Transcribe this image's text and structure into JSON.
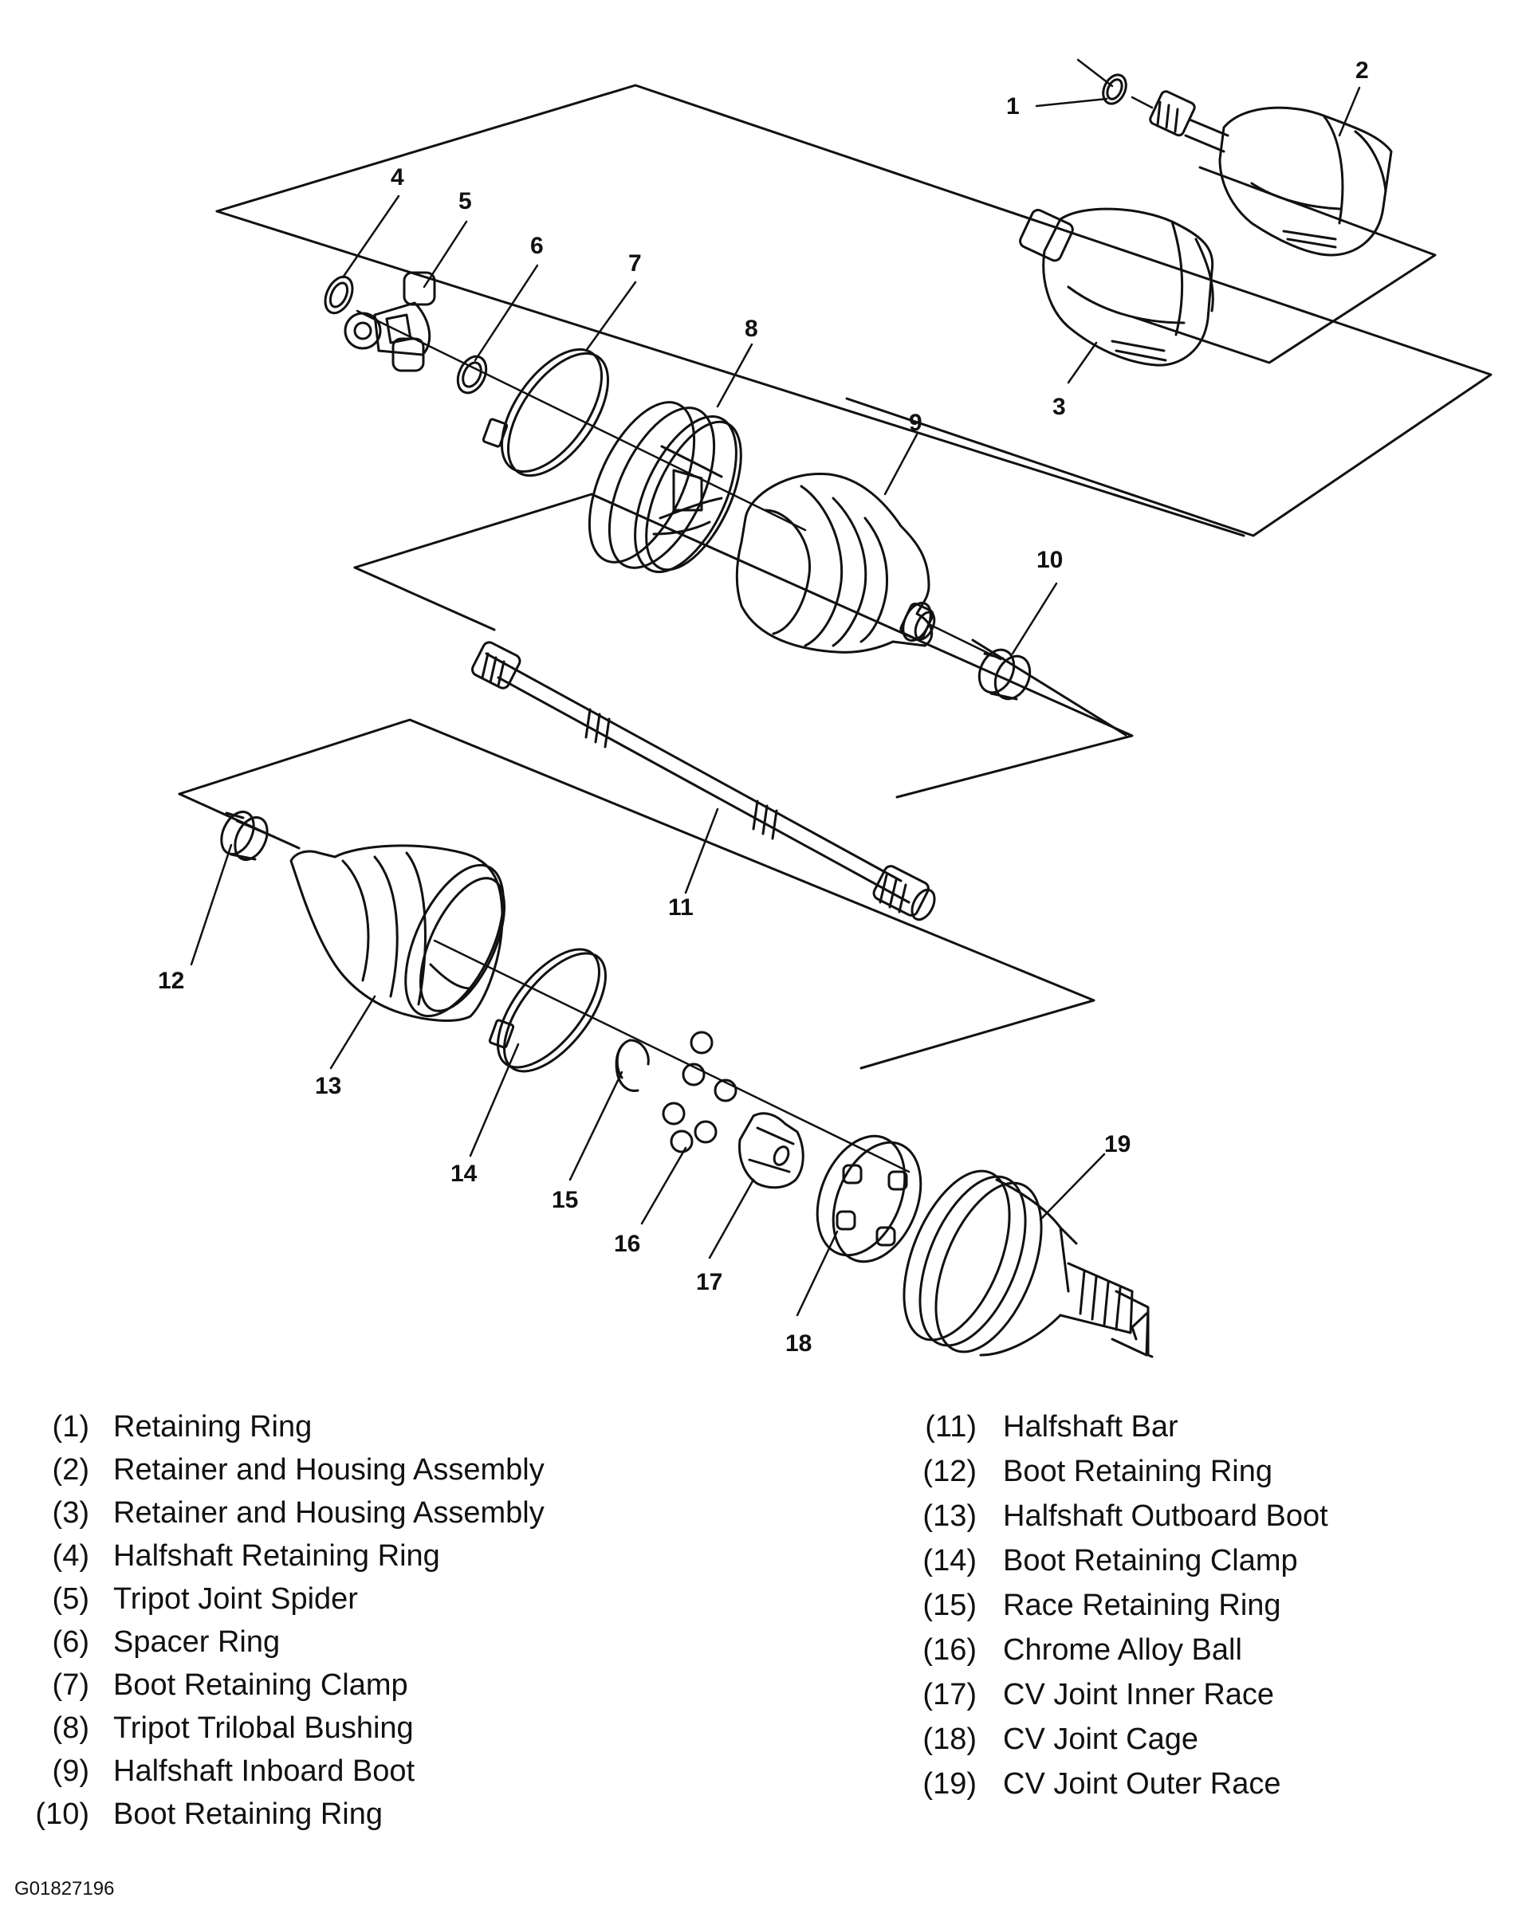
{
  "callouts": [
    "1",
    "2",
    "3",
    "4",
    "5",
    "6",
    "7",
    "8",
    "9",
    "10",
    "11",
    "12",
    "13",
    "14",
    "15",
    "16",
    "17",
    "18",
    "19"
  ],
  "legend": [
    {
      "num": "(1)",
      "label": "Retaining Ring"
    },
    {
      "num": "(2)",
      "label": "Retainer and Housing Assembly"
    },
    {
      "num": "(3)",
      "label": "Retainer and Housing Assembly"
    },
    {
      "num": "(4)",
      "label": "Halfshaft Retaining Ring"
    },
    {
      "num": "(5)",
      "label": "Tripot Joint Spider"
    },
    {
      "num": "(6)",
      "label": "Spacer Ring"
    },
    {
      "num": "(7)",
      "label": "Boot Retaining Clamp"
    },
    {
      "num": "(8)",
      "label": "Tripot Trilobal Bushing"
    },
    {
      "num": "(9)",
      "label": "Halfshaft Inboard Boot"
    },
    {
      "num": "(10)",
      "label": "Boot Retaining Ring"
    },
    {
      "num": "(11)",
      "label": "Halfshaft Bar"
    },
    {
      "num": "(12)",
      "label": "Boot Retaining Ring"
    },
    {
      "num": "(13)",
      "label": "Halfshaft Outboard Boot"
    },
    {
      "num": "(14)",
      "label": "Boot Retaining Clamp"
    },
    {
      "num": "(15)",
      "label": "Race Retaining Ring"
    },
    {
      "num": "(16)",
      "label": "Chrome Alloy Ball"
    },
    {
      "num": "(17)",
      "label": "CV Joint Inner Race"
    },
    {
      "num": "(18)",
      "label": "CV Joint Cage"
    },
    {
      "num": "(19)",
      "label": "CV Joint Outer Race"
    }
  ],
  "figure_id": "G01827196"
}
